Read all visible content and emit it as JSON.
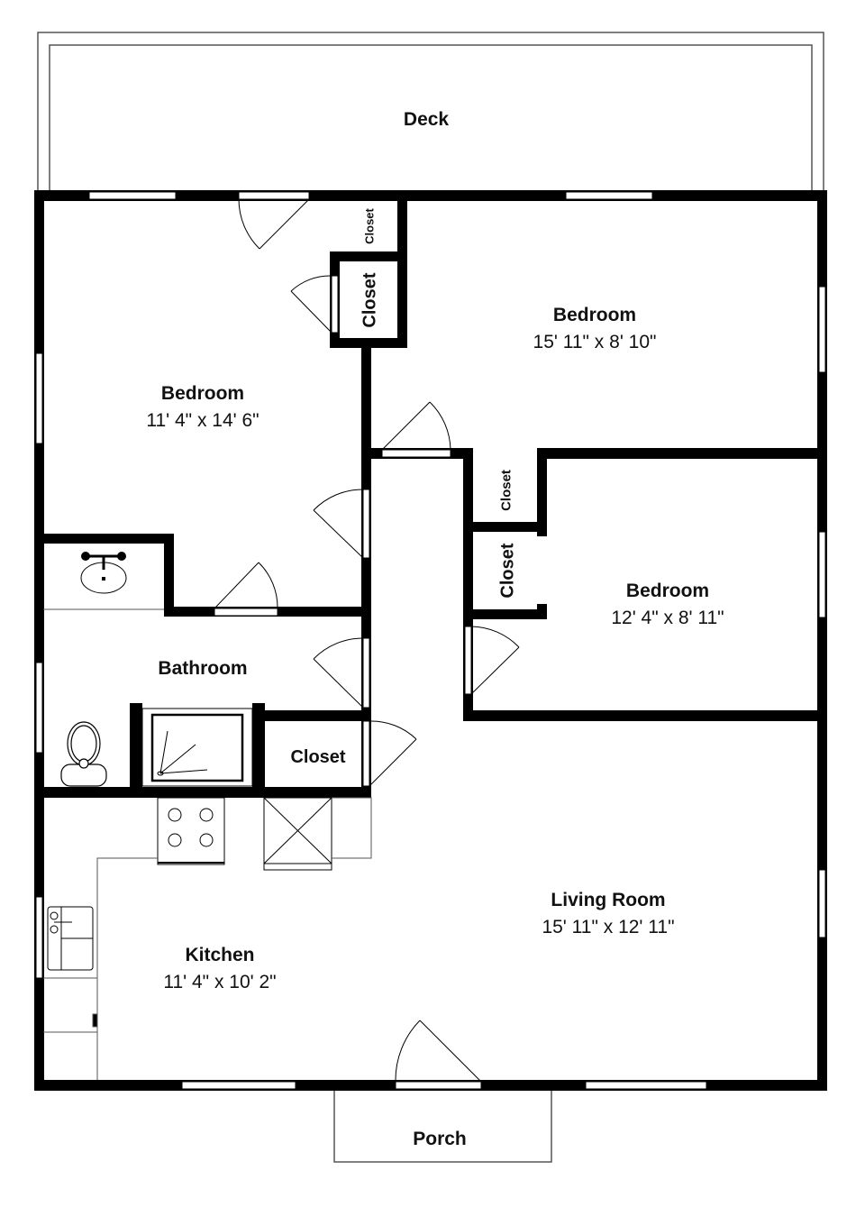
{
  "plan": {
    "type": "floor plan",
    "rooms": [
      {
        "id": "deck",
        "name": "Deck",
        "dims": ""
      },
      {
        "id": "bedroom-1",
        "name": "Bedroom",
        "dims": "11' 4\" x 14' 6\""
      },
      {
        "id": "bedroom-2",
        "name": "Bedroom",
        "dims": "15' 11\" x 8' 10\""
      },
      {
        "id": "bedroom-3",
        "name": "Bedroom",
        "dims": "12' 4\" x 8' 11\""
      },
      {
        "id": "bathroom",
        "name": "Bathroom",
        "dims": ""
      },
      {
        "id": "kitchen",
        "name": "Kitchen",
        "dims": "11' 4\" x 10' 2\""
      },
      {
        "id": "living-room",
        "name": "Living Room",
        "dims": "15' 11\" x 12' 11\""
      },
      {
        "id": "porch",
        "name": "Porch",
        "dims": ""
      }
    ],
    "closets": [
      {
        "id": "closet-top-small",
        "name": "Closet"
      },
      {
        "id": "closet-top-large",
        "name": "Closet"
      },
      {
        "id": "closet-mid-upper",
        "name": "Closet"
      },
      {
        "id": "closet-mid-lower",
        "name": "Closet"
      },
      {
        "id": "closet-hall",
        "name": "Closet"
      }
    ],
    "fixtures": [
      "bathroom-sink",
      "toilet",
      "shower",
      "stove",
      "refrigerator",
      "kitchen-sink"
    ],
    "colors": {
      "wall": "#000000",
      "background": "#ffffff",
      "outline": "#555555"
    }
  }
}
